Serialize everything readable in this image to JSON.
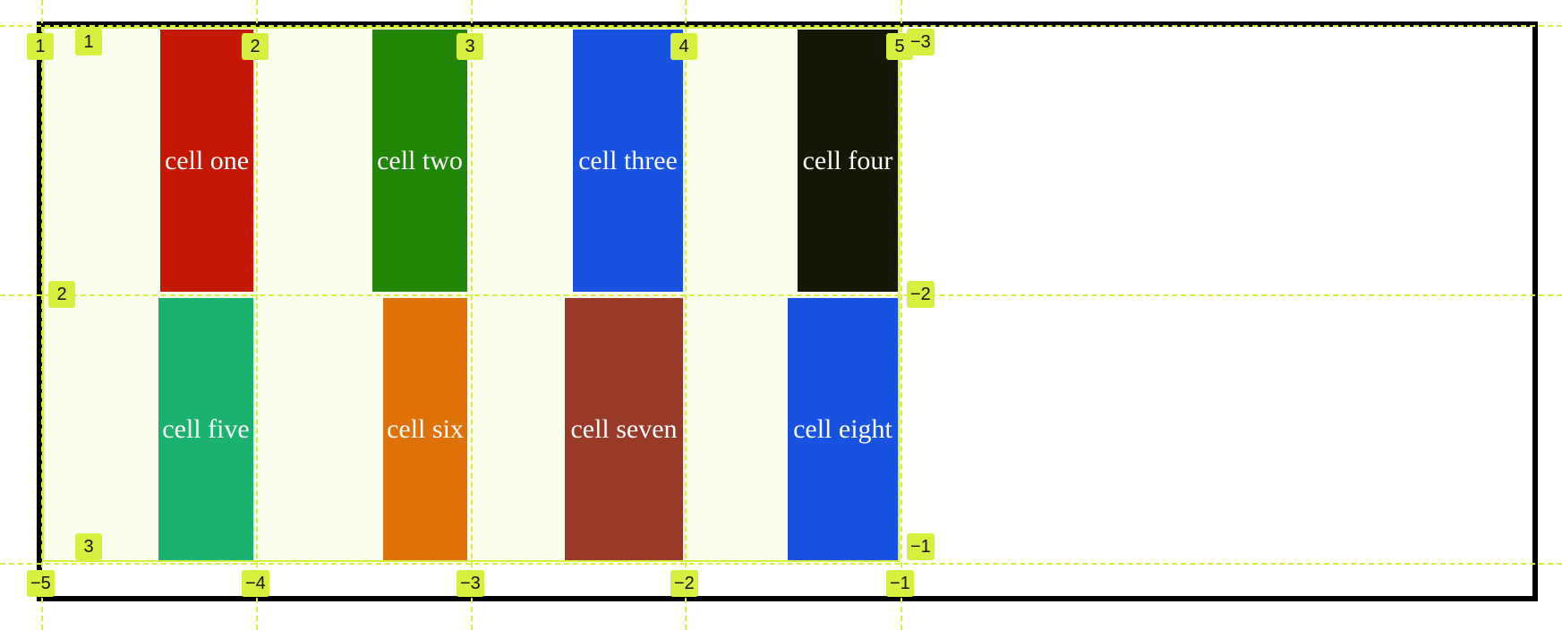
{
  "cells": [
    {
      "label": "cell one",
      "color": "#c41804"
    },
    {
      "label": "cell two",
      "color": "#218507"
    },
    {
      "label": "cell three",
      "color": "#1753e0"
    },
    {
      "label": "cell four",
      "color": "#161806"
    },
    {
      "label": "cell five",
      "color": "#1bb16e"
    },
    {
      "label": "cell six",
      "color": "#df7207"
    },
    {
      "label": "cell seven",
      "color": "#993a28"
    },
    {
      "label": "cell eight",
      "color": "#1753e0"
    }
  ],
  "column_line_numbers": {
    "positive": [
      "1",
      "2",
      "3",
      "4",
      "5"
    ],
    "negative": [
      "−5",
      "−4",
      "−3",
      "−2",
      "−1"
    ]
  },
  "row_line_numbers": {
    "positive": [
      "1",
      "2",
      "3"
    ],
    "negative": [
      "−3",
      "−2",
      "−1"
    ]
  },
  "colors": {
    "grid_highlight": "#d7ef3f",
    "grid_background": "#fafdec",
    "container_border": "#000000"
  }
}
